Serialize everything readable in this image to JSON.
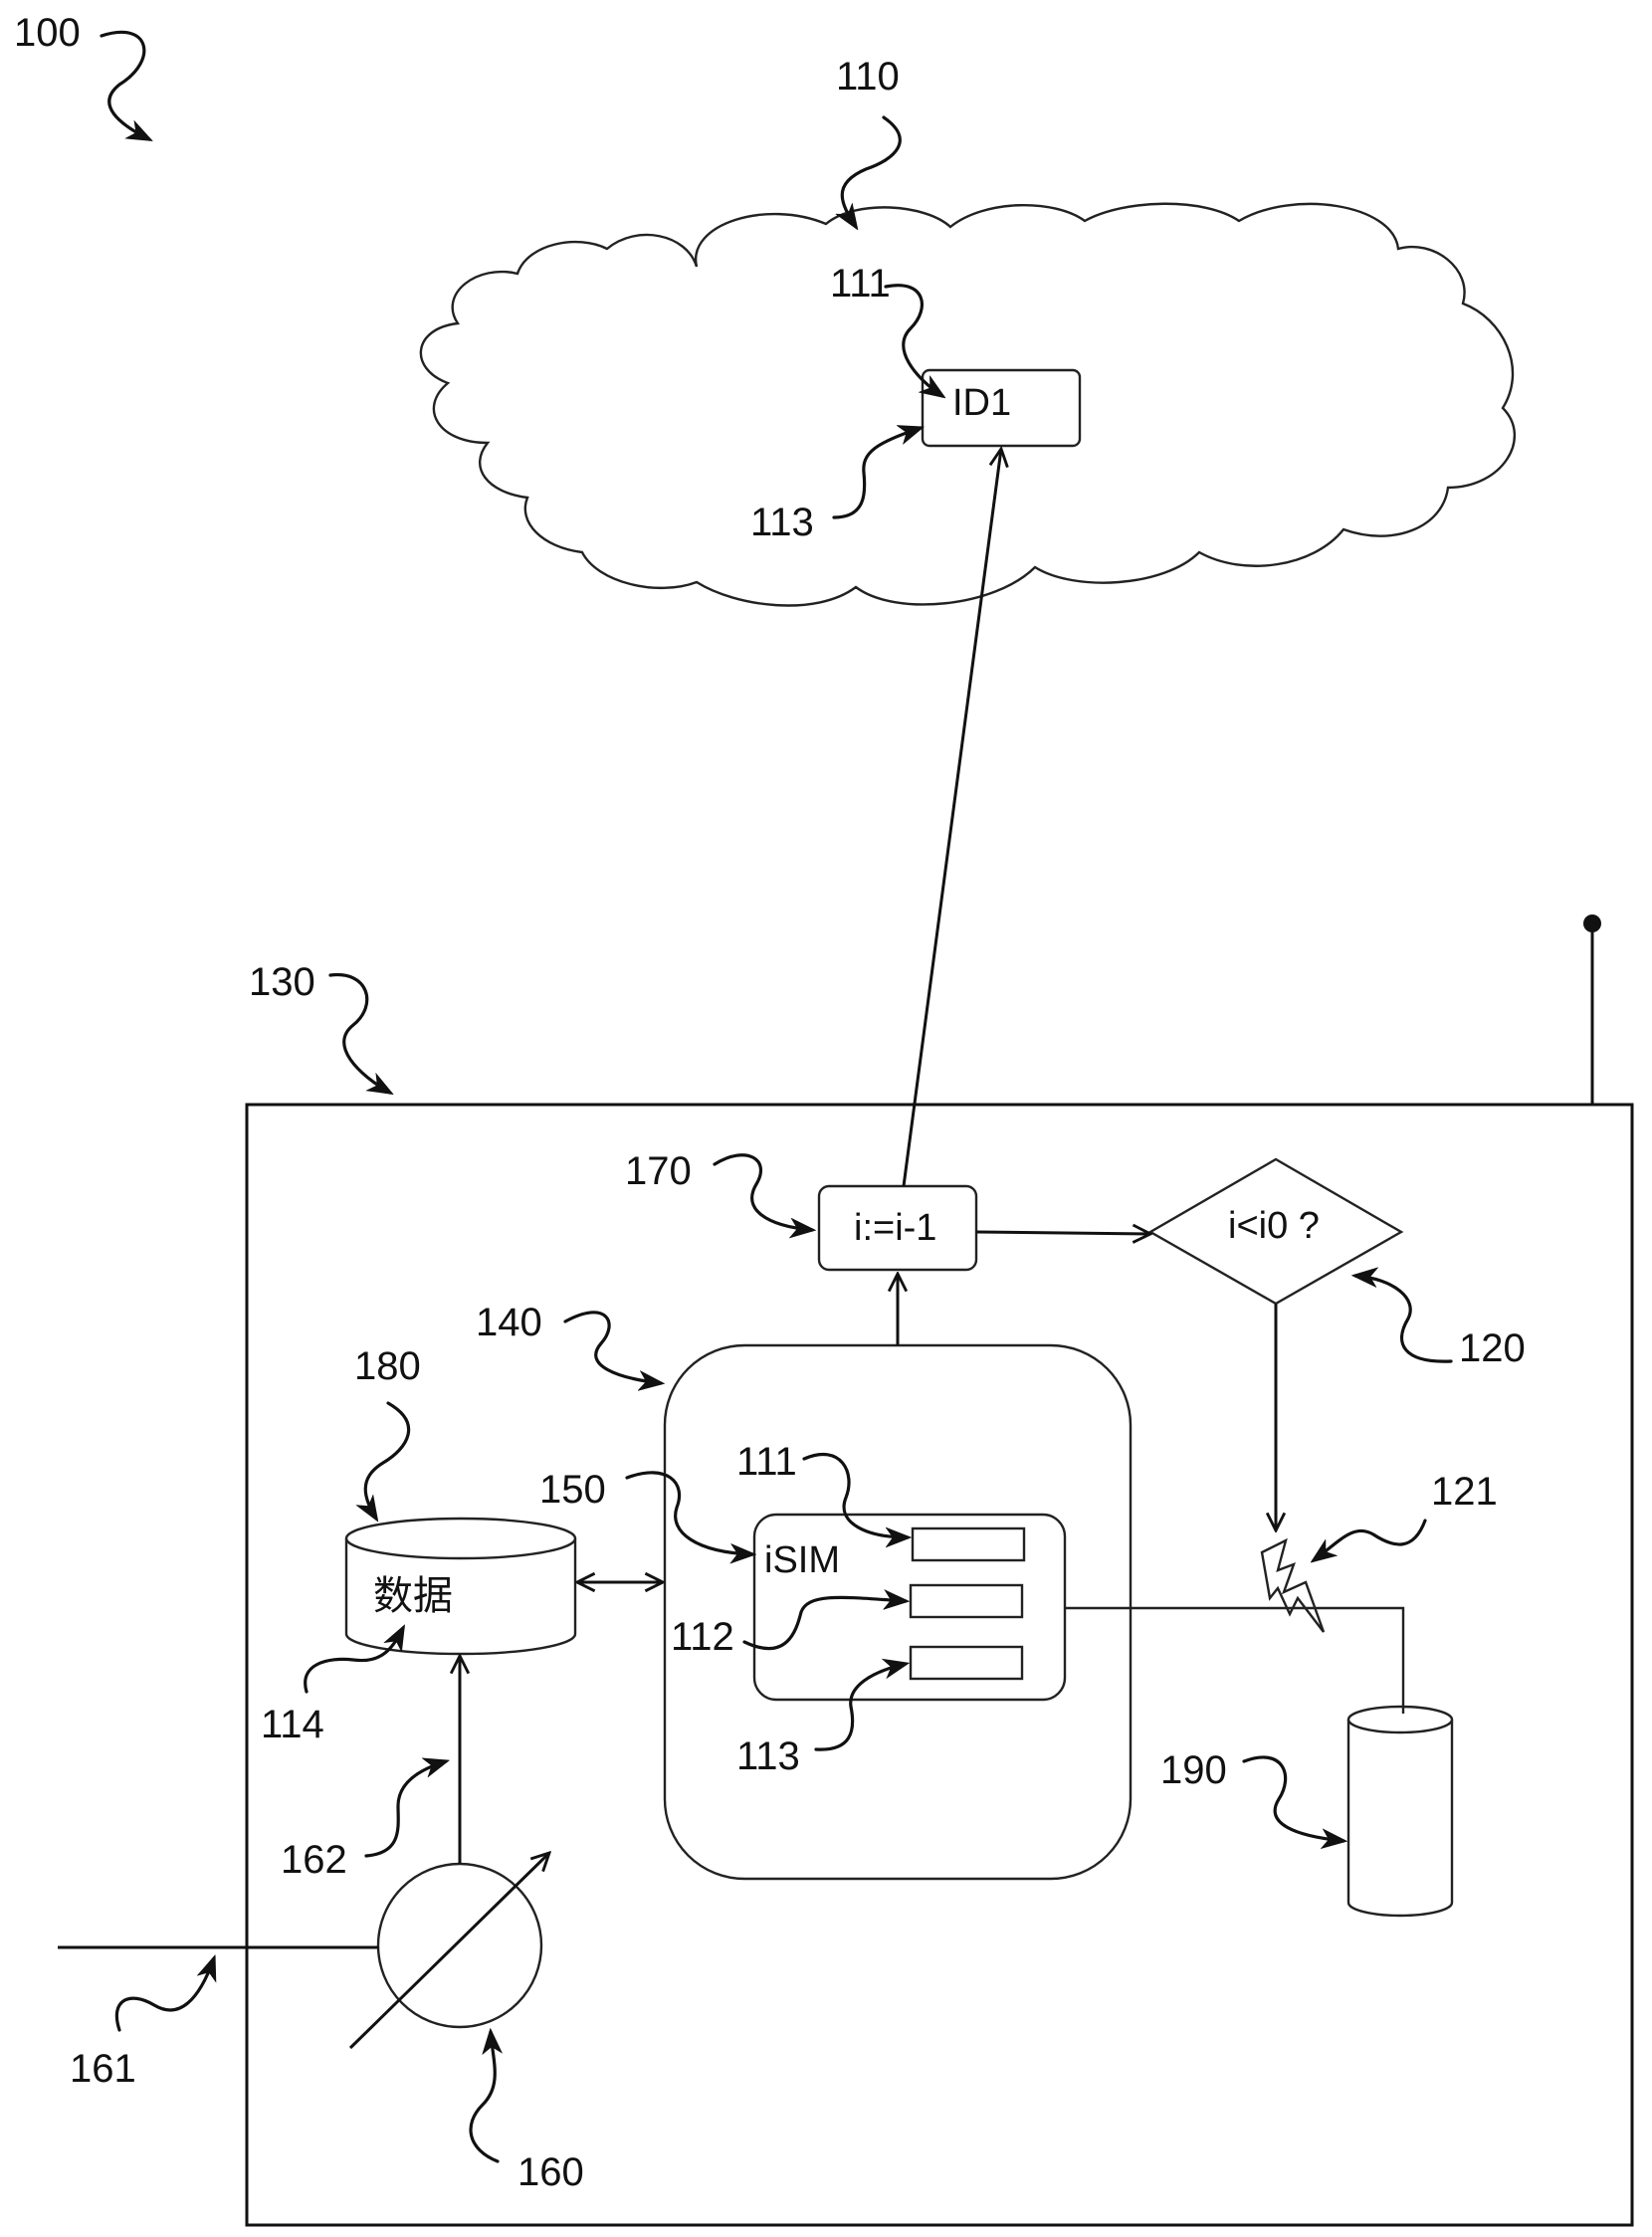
{
  "figure": {
    "ref_system": "100",
    "cloud": {
      "ref": "110",
      "id_label": "ID1",
      "ref_id_box": "111",
      "ref_id_pointer": "113"
    },
    "device": {
      "ref": "130"
    },
    "counter": {
      "ref": "170",
      "expression": "i:=i-1"
    },
    "decision": {
      "ref": "120",
      "condition": "i<i0 ?"
    },
    "lightning": {
      "ref": "121"
    },
    "secure_element": {
      "ref": "140"
    },
    "isim": {
      "ref": "150",
      "label": "iSIM",
      "ref_field_1": "111",
      "ref_field_2": "112",
      "ref_field_3": "113"
    },
    "database": {
      "ref": "180",
      "label": "数据",
      "ref_data": "114"
    },
    "sensor": {
      "ref": "160",
      "ref_input": "161",
      "ref_output": "162"
    },
    "battery": {
      "ref": "190"
    }
  }
}
